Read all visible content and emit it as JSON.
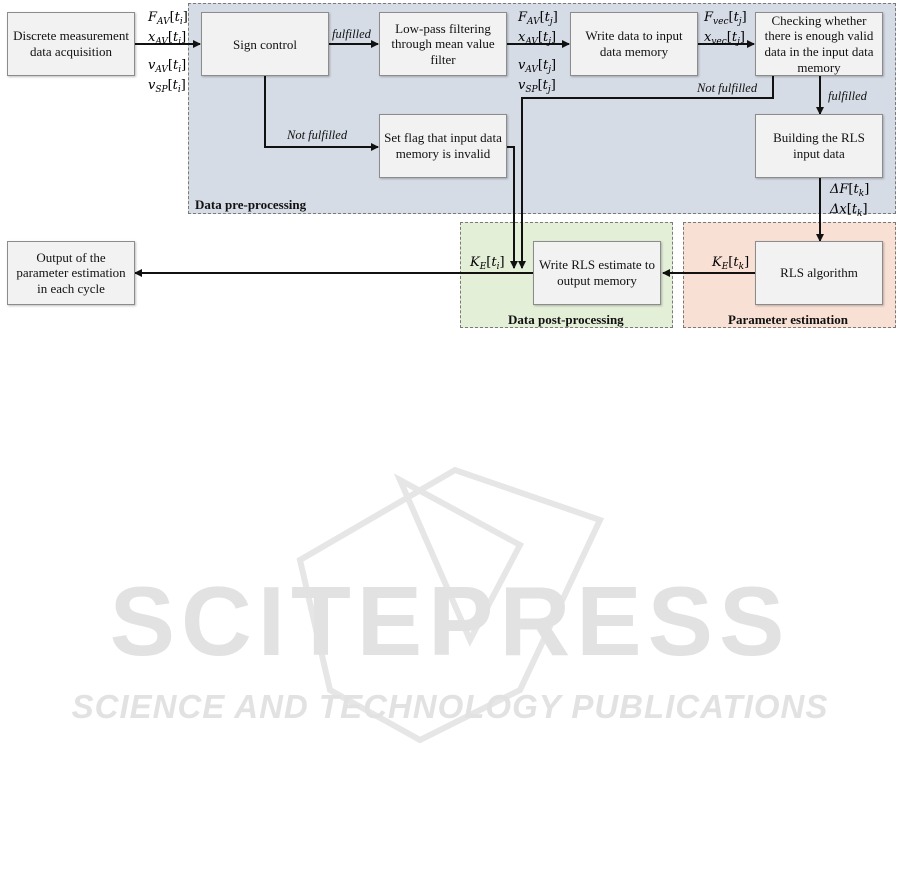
{
  "regions": {
    "pre": "Data pre-processing",
    "post": "Data post-processing",
    "param": "Parameter estimation"
  },
  "boxes": {
    "acquisition": "Discrete measurement data acquisition",
    "sign_control": "Sign control",
    "lowpass": "Low-pass filtering through mean value filter",
    "write_input": "Write data to input data memory",
    "checking": "Checking whether there is enough valid data in the input data memory",
    "set_flag": "Set flag that input data memory is invalid",
    "building": "Building the RLS input data",
    "rls": "RLS algorithm",
    "write_output": "Write RLS estimate to output memory",
    "output": "Output of the parameter estimation in each cycle"
  },
  "edge_labels": {
    "fulfilled_1": "fulfilled",
    "fulfilled_2": "fulfilled",
    "not_fulfilled_1": "Not fulfilled",
    "not_fulfilled_2": "Not fulfilled"
  },
  "signals": {
    "acq_out": [
      {
        "sym": "F",
        "sub": "AV",
        "idx": "t",
        "isub": "i"
      },
      {
        "sym": "x",
        "sub": "AV",
        "idx": "t",
        "isub": "i"
      },
      {
        "sym": "v",
        "sub": "AV",
        "idx": "t",
        "isub": "i"
      },
      {
        "sym": "v",
        "sub": "SP",
        "idx": "t",
        "isub": "i"
      }
    ],
    "filter_out": [
      {
        "sym": "F",
        "sub": "AV",
        "idx": "t",
        "isub": "j"
      },
      {
        "sym": "x",
        "sub": "AV",
        "idx": "t",
        "isub": "j"
      },
      {
        "sym": "v",
        "sub": "AV",
        "idx": "t",
        "isub": "j"
      },
      {
        "sym": "v",
        "sub": "SP",
        "idx": "t",
        "isub": "j"
      }
    ],
    "memory_out": [
      {
        "sym": "F",
        "sub": "vec",
        "idx": "t",
        "isub": "j"
      },
      {
        "sym": "x",
        "sub": "vec",
        "idx": "t",
        "isub": "j"
      }
    ],
    "rls_in": [
      {
        "sym": "ΔF",
        "sub": "",
        "idx": "t",
        "isub": "k"
      },
      {
        "sym": "Δx",
        "sub": "",
        "idx": "t",
        "isub": "k"
      }
    ],
    "rls_out": {
      "sym": "K",
      "sub": "E",
      "idx": "t",
      "isub": "k"
    },
    "post_out": {
      "sym": "K",
      "sub": "E",
      "idx": "t",
      "isub": "i"
    }
  },
  "watermark": {
    "line1": "SCITEPRESS",
    "line2": "SCIENCE AND TECHNOLOGY PUBLICATIONS"
  }
}
